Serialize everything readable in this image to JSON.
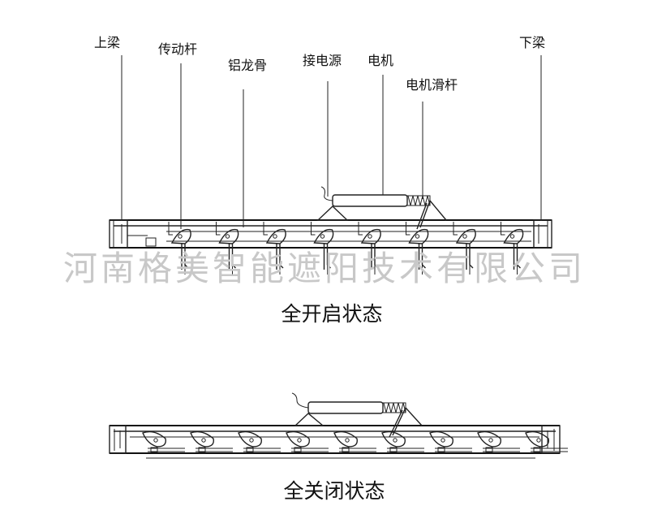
{
  "labels": {
    "upper_beam": "上梁",
    "drive_rod": "传动杆",
    "aluminum_keel": "铝龙骨",
    "power_connection": "接电源",
    "motor": "电机",
    "motor_slide_rod": "电机滑杆",
    "lower_beam": "下梁"
  },
  "captions": {
    "fully_open": "全开启状态",
    "fully_closed": "全关闭状态"
  },
  "watermark": "河南格美智能遮阳技术有限公司",
  "colors": {
    "line": "#222222",
    "watermark": "#c8c8c8"
  }
}
